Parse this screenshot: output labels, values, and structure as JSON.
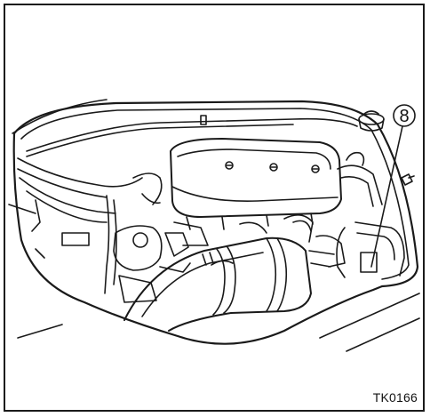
{
  "callout": {
    "number": "8"
  },
  "figure": {
    "code": "TK0166"
  },
  "colors": {
    "line": "#1a1a1a",
    "background": "#ffffff"
  },
  "icons": {
    "callout": "circle-callout-icon",
    "illustration": "engine-compartment-illustration"
  }
}
